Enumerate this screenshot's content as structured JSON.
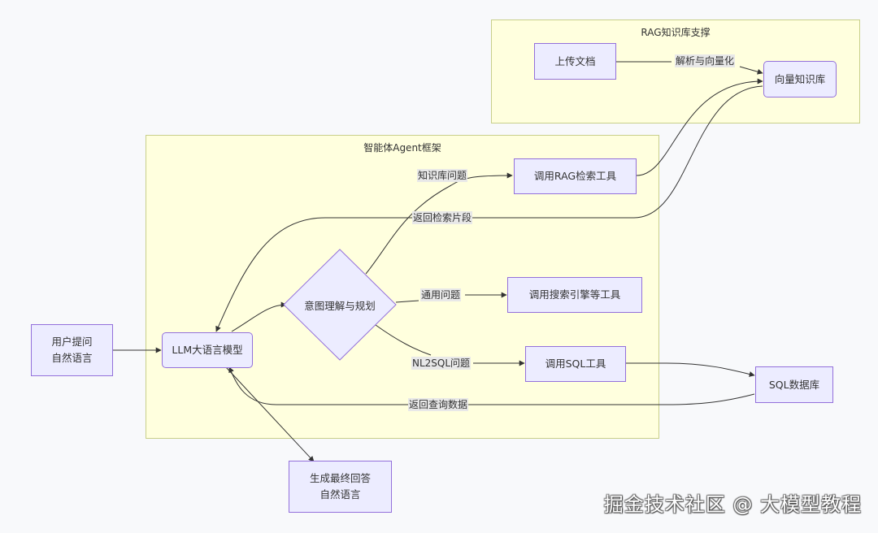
{
  "clusters": {
    "rag": {
      "title": "RAG知识库支撑"
    },
    "agent": {
      "title": "智能体Agent框架"
    }
  },
  "nodes": {
    "upload_doc": {
      "label": "上传文档"
    },
    "vector_kb": {
      "label": "向量知识库"
    },
    "user_question": {
      "line1": "用户提问",
      "line2": "自然语言"
    },
    "llm": {
      "label": "LLM大语言模型"
    },
    "intent": {
      "label": "意图理解与规划"
    },
    "rag_tool": {
      "label": "调用RAG检索工具"
    },
    "search_tool": {
      "label": "调用搜索引擎等工具"
    },
    "sql_tool": {
      "label": "调用SQL工具"
    },
    "sql_db": {
      "label": "SQL数据库"
    },
    "final_answer": {
      "line1": "生成最终回答",
      "line2": "自然语言"
    }
  },
  "edge_labels": {
    "parse_vectorize": "解析与向量化",
    "kb_question": "知识库问题",
    "return_snippets": "返回检索片段",
    "general_question": "通用问题",
    "nl2sql_question": "NL2SQL问题",
    "return_query_data": "返回查询数据"
  },
  "colors": {
    "node_fill": "#ececff",
    "node_border": "#9370db",
    "cluster_fill": "#ffffde",
    "cluster_border": "#c8cf8a",
    "edge": "#333333"
  },
  "watermark": "掘金技术社区 @ 大模型教程"
}
